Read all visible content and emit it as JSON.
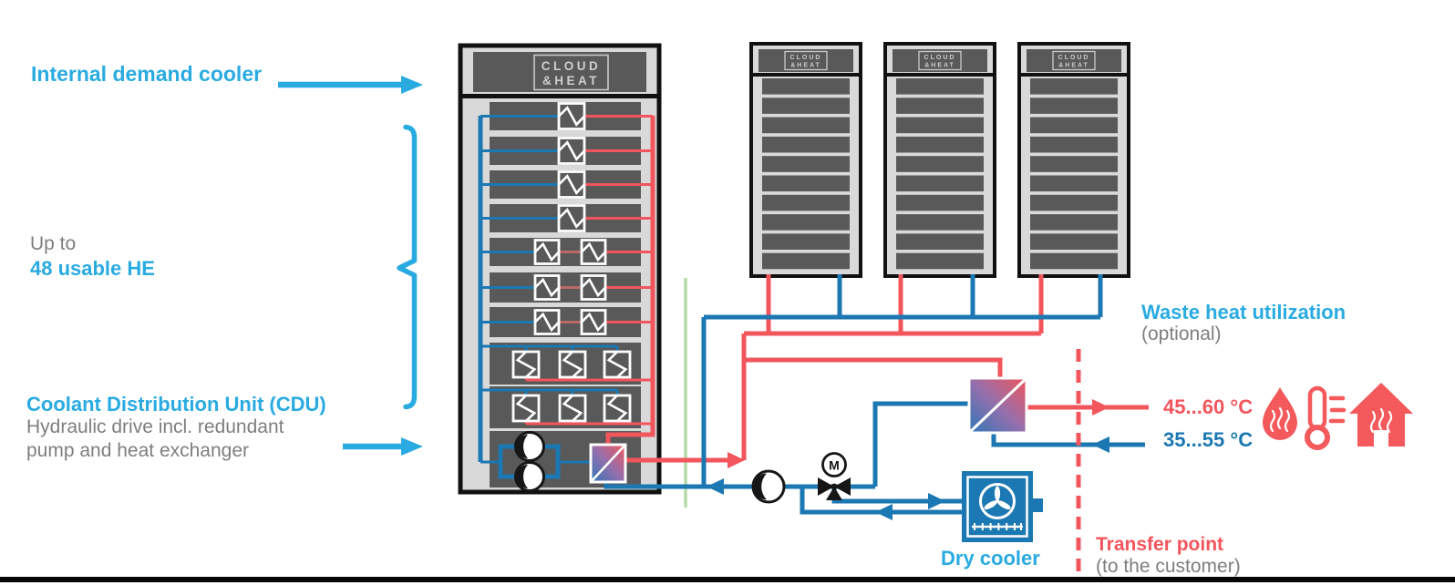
{
  "colors": {
    "cyan": "#29ABE2",
    "gray": "#7E7E7E",
    "red": "#F2555C",
    "blue": "#1B78B2",
    "icon_red": "#F4595B",
    "green": "#B7DCA8",
    "rack_dark": "#595959",
    "rack_light": "#D9D9D9",
    "ink": "#111111"
  },
  "labels": {
    "internal_demand_cooler": "Internal demand cooler",
    "up_to": "Up to",
    "usable_he": "48 usable HE",
    "cdu_title": "Coolant Distribution Unit (CDU)",
    "cdu_line1": "Hydraulic drive incl. redundant",
    "cdu_line2": "pump and heat exchanger",
    "waste_heat": "Waste heat utilization",
    "waste_heat_sub": "(optional)",
    "temp_hot": "45...60 °C",
    "temp_cold": "35...55 °C",
    "dry_cooler": "Dry cooler",
    "transfer_point": "Transfer point",
    "transfer_sub": "(to the customer)",
    "logo_line1": "CLOUD",
    "logo_line2": "&HEAT",
    "valve_motor": "M"
  },
  "diagram": {
    "main_rack": {
      "rows_single_he": 4,
      "rows_dual_he": 3,
      "rows_triple_he": 2,
      "cdu_pumps": 2
    },
    "server_racks": {
      "count": 3,
      "slots_per_rack": 10
    },
    "components": [
      "plate-heat-exchanger",
      "redundant-pump",
      "motorized-3way-valve",
      "dry-cooler",
      "transfer-heat-exchanger"
    ],
    "icons": [
      "droplet-icon",
      "thermometer-icon",
      "heating-house-icon"
    ],
    "flows": {
      "hot_line": "45...60 °C",
      "cold_line": "35...55 °C"
    }
  }
}
